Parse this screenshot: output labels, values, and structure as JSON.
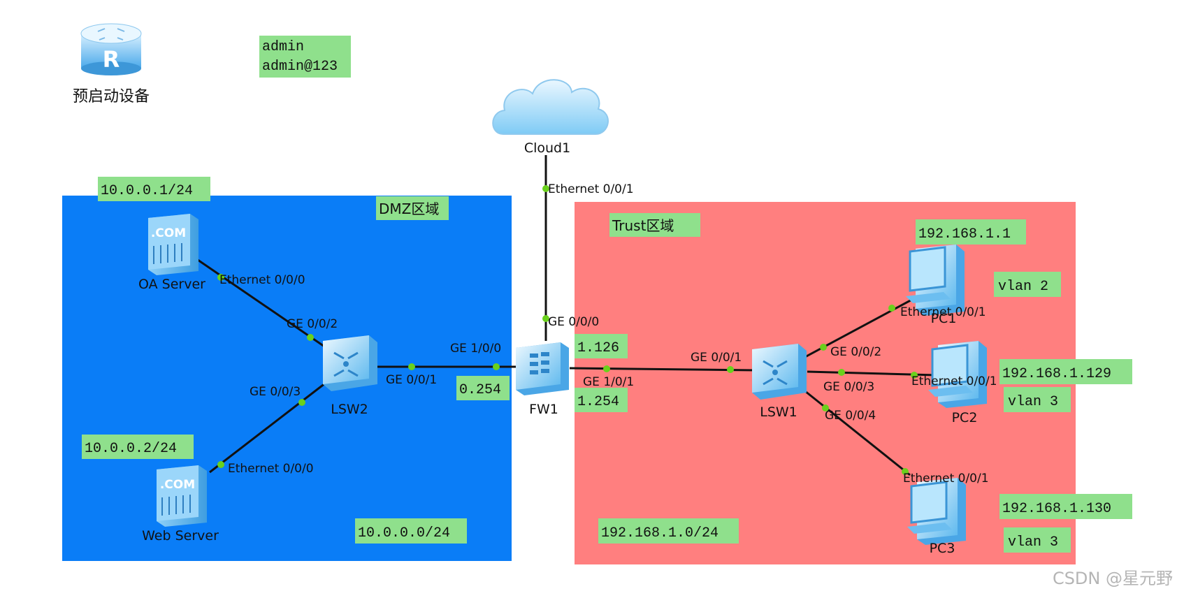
{
  "router": {
    "label": "预启动设备",
    "letter": "R",
    "icon": "router-icon"
  },
  "credentials": {
    "username": "admin",
    "password": "admin@123"
  },
  "zones": {
    "dmz": {
      "label": "DMZ区域",
      "subnet": "10.0.0.0/24",
      "color": "#0a7df7"
    },
    "trust": {
      "label": "Trust区域",
      "subnet": "192.168.1.0/24",
      "color": "#ff7f7f"
    }
  },
  "label_color": "#8fe08c",
  "devices": {
    "cloud1": {
      "label": "Cloud1",
      "icon": "cloud-icon"
    },
    "fw1": {
      "label": "FW1",
      "icon": "firewall-icon"
    },
    "lsw1": {
      "label": "LSW1",
      "icon": "switch-icon"
    },
    "lsw2": {
      "label": "LSW2",
      "icon": "switch-icon"
    },
    "oa_server": {
      "label": "OA Server",
      "icon": "server-icon",
      "badge": ".COM"
    },
    "web_server": {
      "label": "Web Server",
      "icon": "server-icon",
      "badge": ".COM"
    },
    "pc1": {
      "label": "PC1",
      "icon": "pc-icon"
    },
    "pc2": {
      "label": "PC2",
      "icon": "pc-icon"
    },
    "pc3": {
      "label": "PC3",
      "icon": "pc-icon"
    }
  },
  "addresses": {
    "oa": "10.0.0.1/24",
    "web": "10.0.0.2/24",
    "fw_dmz": "0.254",
    "fw_trust_1": "1.126",
    "fw_trust_2": "1.254",
    "pc1": "192.168.1.1",
    "pc2": "192.168.1.129",
    "pc3": "192.168.1.130"
  },
  "vlans": {
    "pc1": "vlan 2",
    "pc2": "vlan 3",
    "pc3": "vlan 3"
  },
  "ports": {
    "cloud_eth": "Ethernet 0/0/1",
    "fw_ge000": "GE 0/0/0",
    "fw_ge100": "GE 1/0/0",
    "fw_ge101": "GE 1/0/1",
    "lsw2_ge001": "GE 0/0/1",
    "lsw2_ge002": "GE 0/0/2",
    "lsw2_ge003": "GE 0/0/3",
    "oa_eth": "Ethernet 0/0/0",
    "web_eth": "Ethernet 0/0/0",
    "lsw1_ge001": "GE 0/0/1",
    "lsw1_ge002": "GE 0/0/2",
    "lsw1_ge003": "GE 0/0/3",
    "lsw1_ge004": "GE 0/0/4",
    "pc1_eth": "Ethernet 0/0/1",
    "pc2_eth": "Ethernet 0/0/1",
    "pc3_eth": "Ethernet 0/0/1"
  },
  "watermark": "CSDN @星元野"
}
